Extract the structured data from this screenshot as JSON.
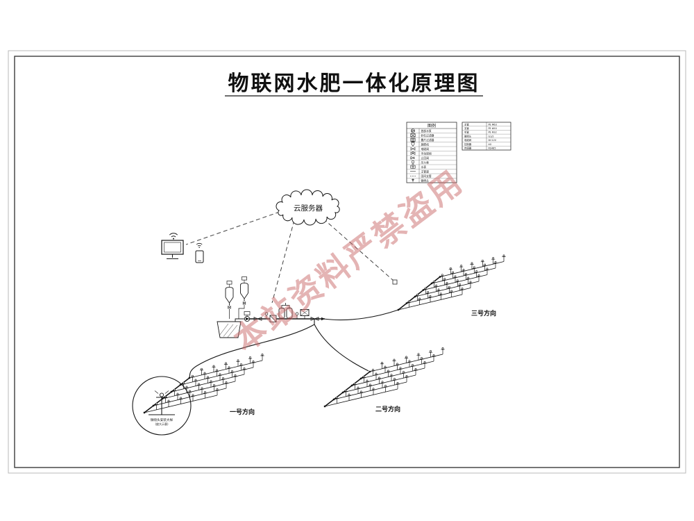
{
  "page": {
    "title": "物联网水肥一体化原理图"
  },
  "watermark": {
    "text": "本站资料严禁盗用",
    "color": "#c96a6a"
  },
  "cloud": {
    "label": "云服务器"
  },
  "icons": {
    "monitor": "monitor-icon",
    "phone": "phone-icon",
    "wifi": "wifi-icon",
    "cloud": "cloud-shape"
  },
  "legend": {
    "title": "图例",
    "rows": [
      {
        "symbol": "pump",
        "label": "首部水泵"
      },
      {
        "symbol": "filter",
        "label": "砂石过滤器"
      },
      {
        "symbol": "filter2",
        "label": "叠片过滤器"
      },
      {
        "symbol": "tank",
        "label": "施肥机"
      },
      {
        "symbol": "valve",
        "label": "电磁阀"
      },
      {
        "symbol": "valve2",
        "label": "手动球阀"
      },
      {
        "symbol": "check",
        "label": "止回阀"
      },
      {
        "symbol": "gauge",
        "label": "压力表"
      },
      {
        "symbol": "meter",
        "label": "水表"
      },
      {
        "symbol": "line",
        "label": "主管道"
      },
      {
        "symbol": "dline",
        "label": "田间支管"
      },
      {
        "symbol": "sprinkler",
        "label": "微喷头"
      }
    ],
    "spec_rows": [
      {
        "name": "主管",
        "spec": "PE Φ63"
      },
      {
        "name": "支管",
        "spec": "PE Φ50"
      },
      {
        "name": "毛管",
        "spec": "PE Φ32"
      },
      {
        "name": "微喷头",
        "spec": "G1/2"
      },
      {
        "name": "电磁阀",
        "spec": "DC12V"
      },
      {
        "name": "控制器",
        "spec": "4G"
      },
      {
        "name": "传感器",
        "spec": "RS485"
      }
    ]
  },
  "fields": [
    {
      "label": "一号方向"
    },
    {
      "label": "二号方向"
    },
    {
      "label": "三号方向"
    }
  ],
  "detail": {
    "line1": "微喷头安装大样",
    "line2": "(放大示意)"
  }
}
